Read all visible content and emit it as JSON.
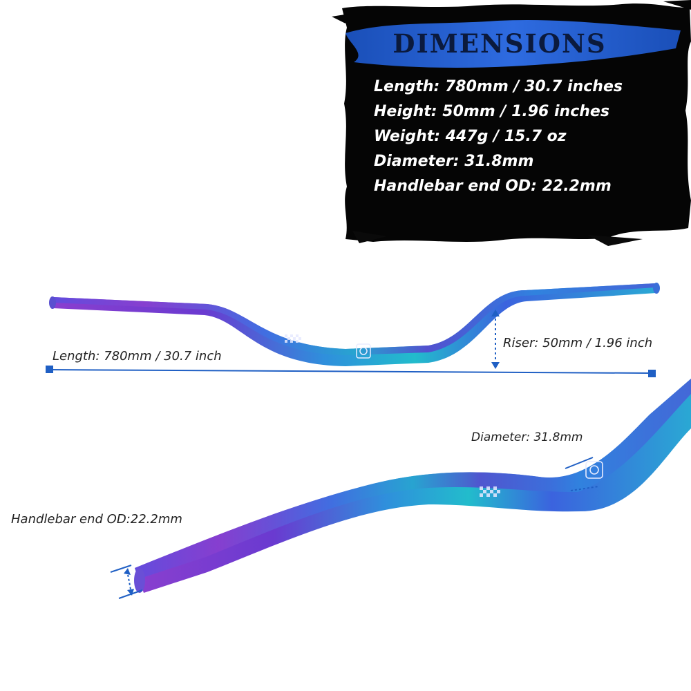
{
  "spec_panel": {
    "heading": "DIMENSIONS",
    "lines": [
      "Length: 780mm / 30.7 inches",
      "Height: 50mm / 1.96 inches",
      "Weight: 447g / 15.7 oz",
      "Diameter: 31.8mm",
      "Handlebar end OD: 22.2mm"
    ]
  },
  "callouts": {
    "length": "Length: 780mm / 30.7 inch",
    "riser": "Riser: 50mm / 1.96 inch",
    "diameter": "Diameter: 31.8mm",
    "end_od": "Handlebar end OD:22.2mm"
  },
  "colors": {
    "accent_blue": "#1f5fc4",
    "panel_black": "#050505",
    "brush_blue": "#2563d6",
    "bar_violet": "#7a3fd0",
    "bar_blue": "#2a6fe0",
    "bar_teal": "#27b5c9"
  }
}
